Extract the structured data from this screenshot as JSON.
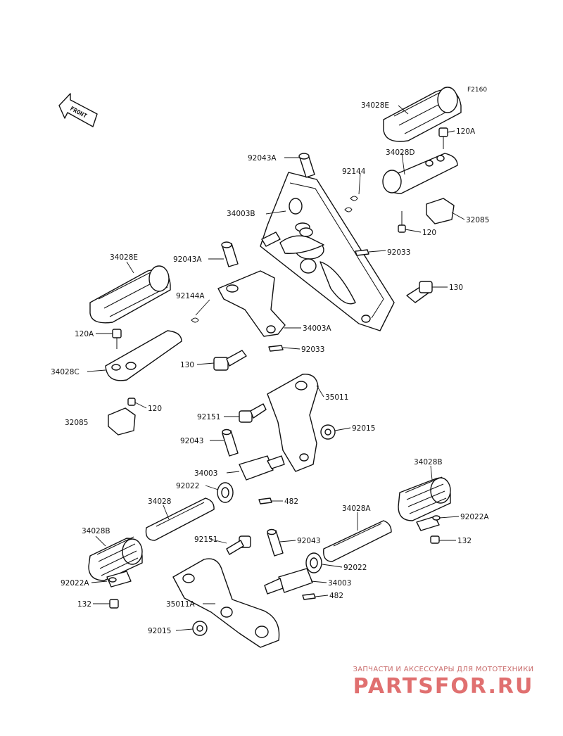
{
  "diagram_code": "F2160",
  "front_label": "FRONT",
  "parts": [
    {
      "id": "p34028E_top",
      "label": "34028E"
    },
    {
      "id": "p120A_top",
      "label": "120A"
    },
    {
      "id": "p92043A_top",
      "label": "92043A"
    },
    {
      "id": "p34028D",
      "label": "34028D"
    },
    {
      "id": "p92144",
      "label": "92144"
    },
    {
      "id": "p34003B",
      "label": "34003B"
    },
    {
      "id": "p120_top",
      "label": "120"
    },
    {
      "id": "p32085_top",
      "label": "32085"
    },
    {
      "id": "p92033_top",
      "label": "92033"
    },
    {
      "id": "p92043A_mid",
      "label": "92043A"
    },
    {
      "id": "p34028E_left",
      "label": "34028E"
    },
    {
      "id": "p130_right",
      "label": "130"
    },
    {
      "id": "p92144A",
      "label": "92144A"
    },
    {
      "id": "p34003A",
      "label": "34003A"
    },
    {
      "id": "p120A_left",
      "label": "120A"
    },
    {
      "id": "p92033_mid",
      "label": "92033"
    },
    {
      "id": "p130_left",
      "label": "130"
    },
    {
      "id": "p34028C",
      "label": "34028C"
    },
    {
      "id": "p120_left",
      "label": "120"
    },
    {
      "id": "p32085_left",
      "label": "32085"
    },
    {
      "id": "p35011",
      "label": "35011"
    },
    {
      "id": "p92151_top",
      "label": "92151"
    },
    {
      "id": "p92015_top",
      "label": "92015"
    },
    {
      "id": "p92043_top",
      "label": "92043"
    },
    {
      "id": "p34003_top",
      "label": "34003"
    },
    {
      "id": "p34028B_right",
      "label": "34028B"
    },
    {
      "id": "p92022_left",
      "label": "92022"
    },
    {
      "id": "p482_top",
      "label": "482"
    },
    {
      "id": "p34028",
      "label": "34028"
    },
    {
      "id": "p34028A",
      "label": "34028A"
    },
    {
      "id": "p92022A_right",
      "label": "92022A"
    },
    {
      "id": "p34028B_left",
      "label": "34028B"
    },
    {
      "id": "p132_right",
      "label": "132"
    },
    {
      "id": "p92151_bot",
      "label": "92151"
    },
    {
      "id": "p92043_bot",
      "label": "92043"
    },
    {
      "id": "p92022_bot",
      "label": "92022"
    },
    {
      "id": "p92022A_left",
      "label": "92022A"
    },
    {
      "id": "p34003_bot",
      "label": "34003"
    },
    {
      "id": "p132_left",
      "label": "132"
    },
    {
      "id": "p482_bot",
      "label": "482"
    },
    {
      "id": "p35011A",
      "label": "35011A"
    },
    {
      "id": "p92015_bot",
      "label": "92015"
    }
  ],
  "watermark": {
    "tagline": "ЗАПЧАСТИ И АКСЕССУАРЫ ДЛЯ МОТОТЕХНИКИ",
    "brand": "PARTSFOR.RU"
  }
}
